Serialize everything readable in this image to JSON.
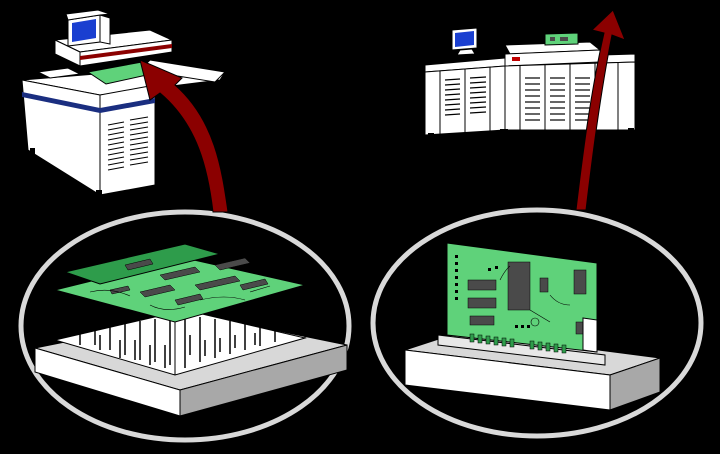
{
  "scene": {
    "left_machine": "bed-of-nails-tester",
    "right_machine": "edge-connector-tester",
    "left_fixture": "bed-of-nails-fixture-with-board",
    "right_fixture": "edge-connector-fixture-with-card"
  },
  "colors": {
    "background": "#000000",
    "ellipse": "#d9d9d9",
    "board_green": "#5fd27a",
    "board_dark": "#2e9c4b",
    "arrow_red": "#8b0000",
    "machine_body": "#ffffff",
    "machine_stripe": "#1a2e80",
    "fixture_top": "#d8d8d8",
    "fixture_side": "#a8a8a8",
    "monitor_screen": "#1a3fd0",
    "chip": "#4a4a4a"
  }
}
